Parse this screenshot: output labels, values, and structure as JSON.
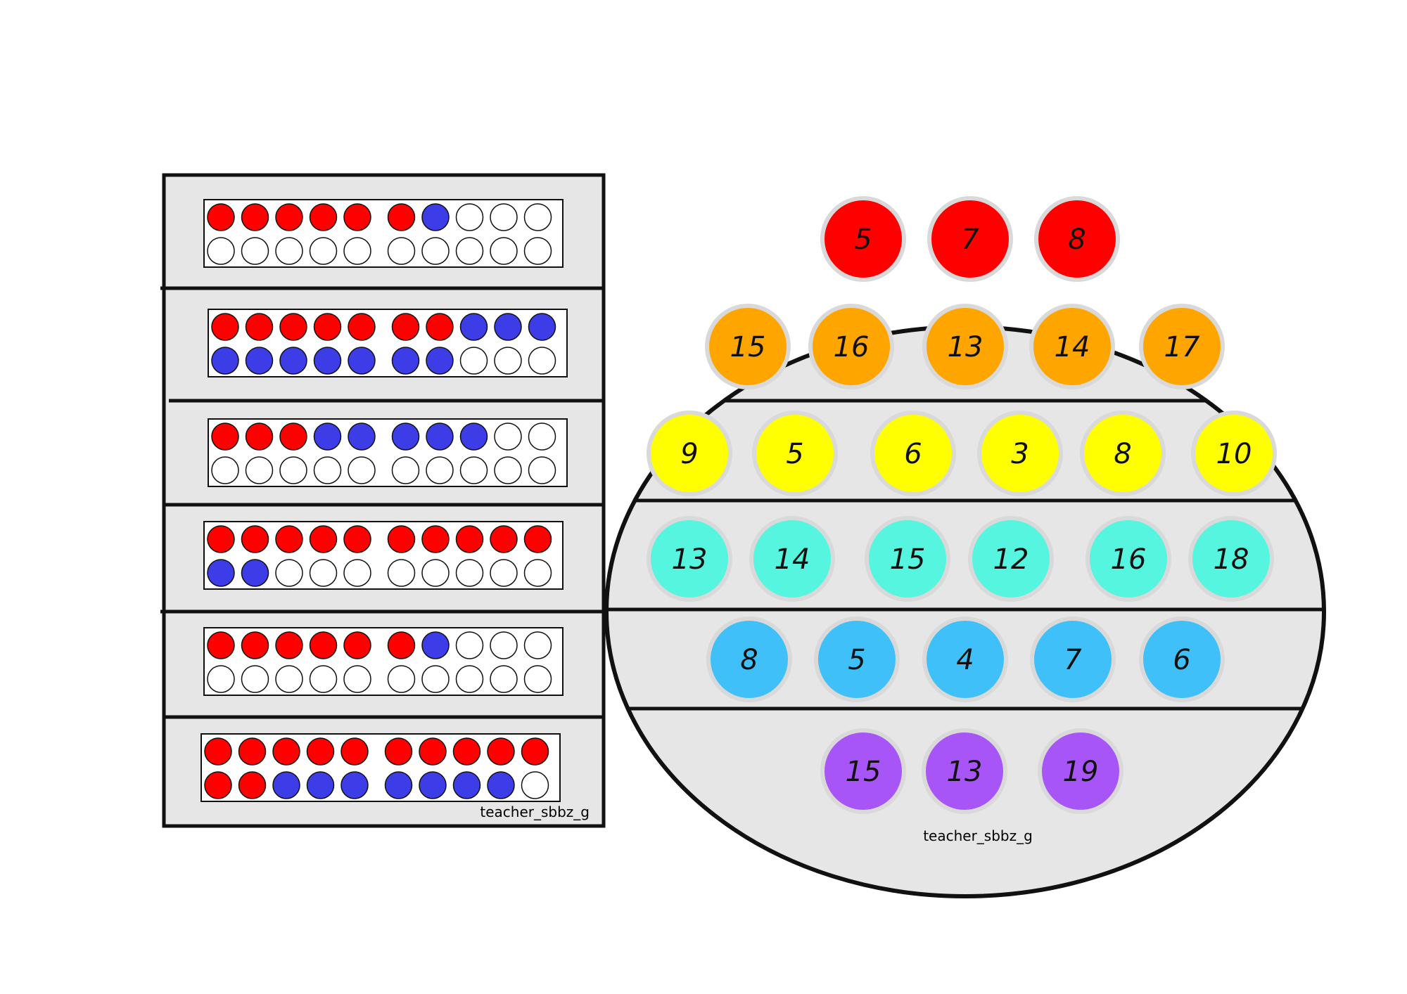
{
  "colors": {
    "red": "#ff0000",
    "blue": "#3d3de8",
    "white": "#ffffff",
    "panel": "#e6e6e6",
    "border": "#111111",
    "halo": "#d9d9d9"
  },
  "left_card": {
    "credit": "teacher_sbbz_g",
    "frames": [
      {
        "top": [
          "red",
          "red",
          "red",
          "red",
          "red",
          "red",
          "blue",
          "white",
          "white",
          "white"
        ],
        "bottom": [
          "white",
          "white",
          "white",
          "white",
          "white",
          "white",
          "white",
          "white",
          "white",
          "white"
        ]
      },
      {
        "top": [
          "red",
          "red",
          "red",
          "red",
          "red",
          "red",
          "red",
          "blue",
          "blue",
          "blue"
        ],
        "bottom": [
          "blue",
          "blue",
          "blue",
          "blue",
          "blue",
          "blue",
          "blue",
          "white",
          "white",
          "white"
        ]
      },
      {
        "top": [
          "red",
          "red",
          "red",
          "blue",
          "blue",
          "blue",
          "blue",
          "blue",
          "white",
          "white"
        ],
        "bottom": [
          "white",
          "white",
          "white",
          "white",
          "white",
          "white",
          "white",
          "white",
          "white",
          "white"
        ]
      },
      {
        "top": [
          "red",
          "red",
          "red",
          "red",
          "red",
          "red",
          "red",
          "red",
          "red",
          "red"
        ],
        "bottom": [
          "blue",
          "blue",
          "white",
          "white",
          "white",
          "white",
          "white",
          "white",
          "white",
          "white"
        ]
      },
      {
        "top": [
          "red",
          "red",
          "red",
          "red",
          "red",
          "red",
          "blue",
          "white",
          "white",
          "white"
        ],
        "bottom": [
          "white",
          "white",
          "white",
          "white",
          "white",
          "white",
          "white",
          "white",
          "white",
          "white"
        ]
      },
      {
        "top": [
          "red",
          "red",
          "red",
          "red",
          "red",
          "red",
          "red",
          "red",
          "red",
          "red"
        ],
        "bottom": [
          "red",
          "red",
          "blue",
          "blue",
          "blue",
          "blue",
          "blue",
          "blue",
          "blue",
          "white"
        ]
      }
    ]
  },
  "circle_card": {
    "credit": "teacher_sbbz_g",
    "rows": [
      {
        "color": "#ff0000",
        "numbers": [
          "5",
          "7",
          "8"
        ]
      },
      {
        "color": "#ffa500",
        "numbers": [
          "15",
          "16",
          "13",
          "14",
          "17"
        ]
      },
      {
        "color": "#ffff00",
        "numbers": [
          "9",
          "5",
          "6",
          "3",
          "8",
          "10"
        ]
      },
      {
        "color": "#55f5e0",
        "numbers": [
          "13",
          "14",
          "15",
          "12",
          "16",
          "18"
        ]
      },
      {
        "color": "#40c0f8",
        "numbers": [
          "8",
          "5",
          "4",
          "7",
          "6"
        ]
      },
      {
        "color": "#a855f7",
        "numbers": [
          "15",
          "13",
          "19"
        ]
      }
    ]
  }
}
